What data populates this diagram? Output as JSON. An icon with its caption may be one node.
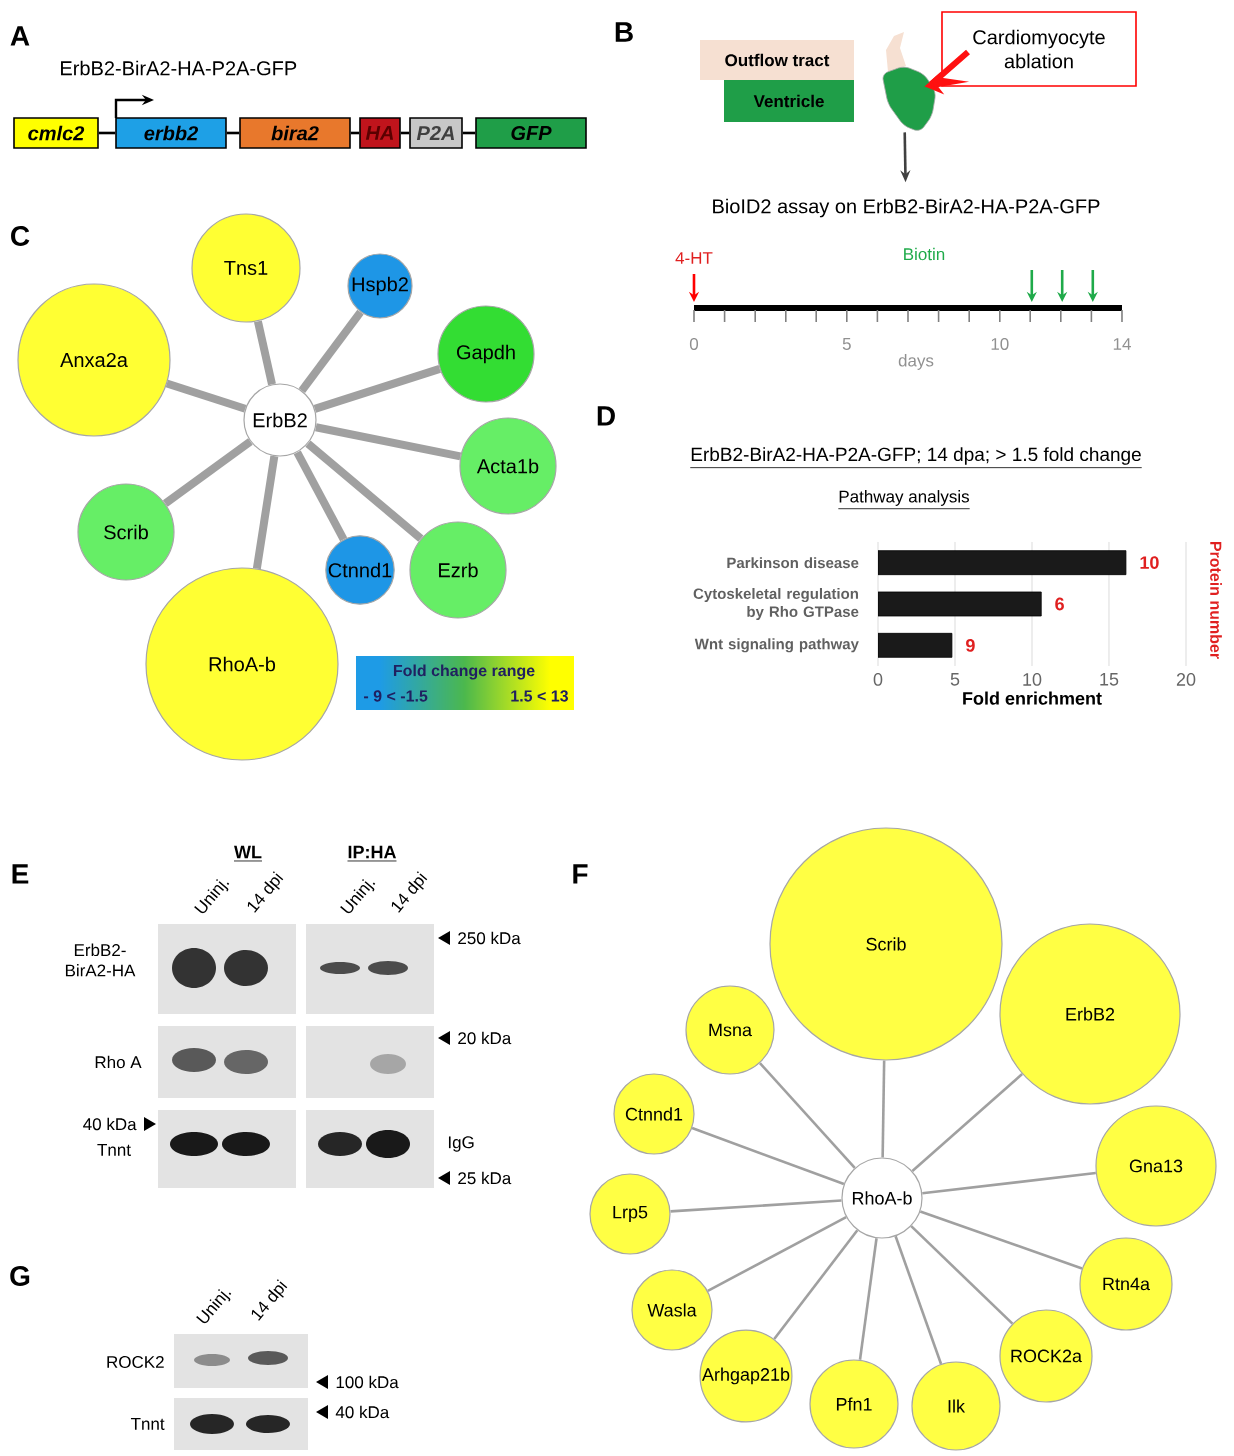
{
  "diagram": {
    "nodes": [
      {
        "text": [
          "cmlc2"
        ]
      },
      {
        "text": [
          "erbb2"
        ]
      },
      {
        "text": [
          "bira2"
        ]
      },
      {
        "text": [
          "HA"
        ]
      },
      {
        "text": [
          "P2A"
        ]
      },
      {
        "text": [
          "GFP"
        ]
      },
      {
        "text": [
          "Outflow tract"
        ]
      },
      {
        "text": [
          "Ventricle"
        ]
      },
      {
        "text": [],
        "shape": "picture"
      },
      {
        "text": [
          "Cardiomyocyte ablation"
        ]
      },
      {
        "text": [
          "BioID2 assay on ErbB2-BirA2-HA-P2A-GFP"
        ]
      },
      {
        "text": [
          "ErbB2"
        ]
      },
      {
        "text": [
          "Tns1"
        ]
      },
      {
        "text": [
          "Hspb2"
        ]
      },
      {
        "text": [
          "Gapdh"
        ]
      },
      {
        "text": [
          "Acta1b"
        ]
      },
      {
        "text": [
          "Ezrb"
        ]
      },
      {
        "text": [
          "Ctnnd1"
        ]
      },
      {
        "text": [
          "RhoA-b"
        ]
      },
      {
        "text": [
          "Scrib"
        ]
      },
      {
        "text": [
          "Anxa2a"
        ]
      },
      {
        "text": [
          "RhoA-b"
        ]
      },
      {
        "text": [
          "Scrib"
        ]
      },
      {
        "text": [
          "ErbB2"
        ]
      },
      {
        "text": [
          "Gna13"
        ]
      },
      {
        "text": [
          "Rtn4a"
        ]
      },
      {
        "text": [
          "ROCK2a"
        ]
      },
      {
        "text": [
          "Ilk"
        ]
      },
      {
        "text": [
          "Pfn1"
        ]
      },
      {
        "text": [
          "Arhgap21b"
        ]
      },
      {
        "text": [
          "Wasla"
        ]
      },
      {
        "text": [
          "Lrp5"
        ]
      },
      {
        "text": [
          "Ctnnd1"
        ]
      },
      {
        "text": [
          "Msna"
        ]
      }
    ],
    "edges": [
      {
        "from": 0,
        "to": 1,
        "arrow": "none",
        "color": "#000000"
      },
      {
        "from": 1,
        "to": 2,
        "arrow": "none",
        "color": "#000000"
      },
      {
        "from": 2,
        "to": 3,
        "arrow": "none",
        "color": "#000000"
      },
      {
        "from": 3,
        "to": 4,
        "arrow": "none",
        "color": "#000000"
      },
      {
        "from": 4,
        "to": 5,
        "arrow": "none",
        "color": "#000000"
      },
      {
        "from": 8,
        "to": 10,
        "arrow": "to",
        "color": "#404040"
      },
      {
        "from": 11,
        "to": 12,
        "arrow": "none",
        "style": "thick"
      },
      {
        "from": 11,
        "to": 13,
        "arrow": "none",
        "style": "thick"
      },
      {
        "from": 11,
        "to": 14,
        "arrow": "none",
        "style": "thick"
      },
      {
        "from": 11,
        "to": 15,
        "arrow": "none",
        "style": "thick"
      },
      {
        "from": 11,
        "to": 16,
        "arrow": "none",
        "style": "thick"
      },
      {
        "from": 11,
        "to": 17,
        "arrow": "none",
        "style": "thick"
      },
      {
        "from": 11,
        "to": 18,
        "arrow": "none",
        "style": "thick"
      },
      {
        "from": 11,
        "to": 19,
        "arrow": "none",
        "style": "thick"
      },
      {
        "from": 11,
        "to": 20,
        "arrow": "none",
        "style": "thick"
      },
      {
        "from": 21,
        "to": 22,
        "arrow": "none"
      },
      {
        "from": 21,
        "to": 23,
        "arrow": "none"
      },
      {
        "from": 21,
        "to": 24,
        "arrow": "none"
      },
      {
        "from": 21,
        "to": 25,
        "arrow": "none"
      },
      {
        "from": 21,
        "to": 26,
        "arrow": "none"
      },
      {
        "from": 21,
        "to": 27,
        "arrow": "none"
      },
      {
        "from": 21,
        "to": 28,
        "arrow": "none"
      },
      {
        "from": 21,
        "to": 29,
        "arrow": "none"
      },
      {
        "from": 21,
        "to": 30,
        "arrow": "none"
      },
      {
        "from": 21,
        "to": 31,
        "arrow": "none"
      },
      {
        "from": 21,
        "to": 32,
        "arrow": "none"
      },
      {
        "from": 21,
        "to": 33,
        "arrow": "none"
      },
      {
        "from": 9,
        "to": 8,
        "arrow": "to",
        "style": "thick",
        "color": "#ff1010"
      }
    ],
    "labels": [
      "A",
      "ErbB2-BirA2-HA-P2A-GFP",
      "B",
      "4-HT",
      "Biotin",
      "0",
      "5",
      "10",
      "14",
      "days",
      "C",
      "Fold change range",
      "D",
      "ErbB2-BirA2-HA-P2A-GFP; 14 dpa; > 1.5 fold change",
      "Protein number",
      "E",
      "WL",
      "IP:HA",
      "Uninj.",
      "14 dpi",
      "Uninj.",
      "14 dpi",
      "ErbB2- BirA2-HA",
      "Rho A",
      "40 kDa",
      "Tnnt",
      "250 kDa",
      "20 kDa",
      "IgG",
      "25 kDa",
      "F",
      "G",
      "Uninj.",
      "14 dpi",
      "ROCK2",
      "Tnnt",
      "100 kDa",
      "40 kDa",
      "10",
      "6",
      "9"
    ],
    "legend": [
      {
        "text": "- 9 < -1.5",
        "color": "#1e9be6"
      },
      {
        "text": "1.5 < 13",
        "color": "#ffff00"
      }
    ],
    "chart_data": {
      "type": "bar",
      "orientation": "horizontal",
      "title": "Pathway analysis",
      "xlabel": "Fold enrichment",
      "categories": [
        "Parkinson disease",
        "Cytoskeletal regulation by Rho GTPase",
        "Wnt signaling pathway"
      ],
      "values": [
        16.1,
        10.6,
        4.8
      ],
      "xlim": [
        0,
        20
      ],
      "xticks": [
        0,
        5,
        10,
        15,
        20
      ],
      "grid": true
    }
  }
}
